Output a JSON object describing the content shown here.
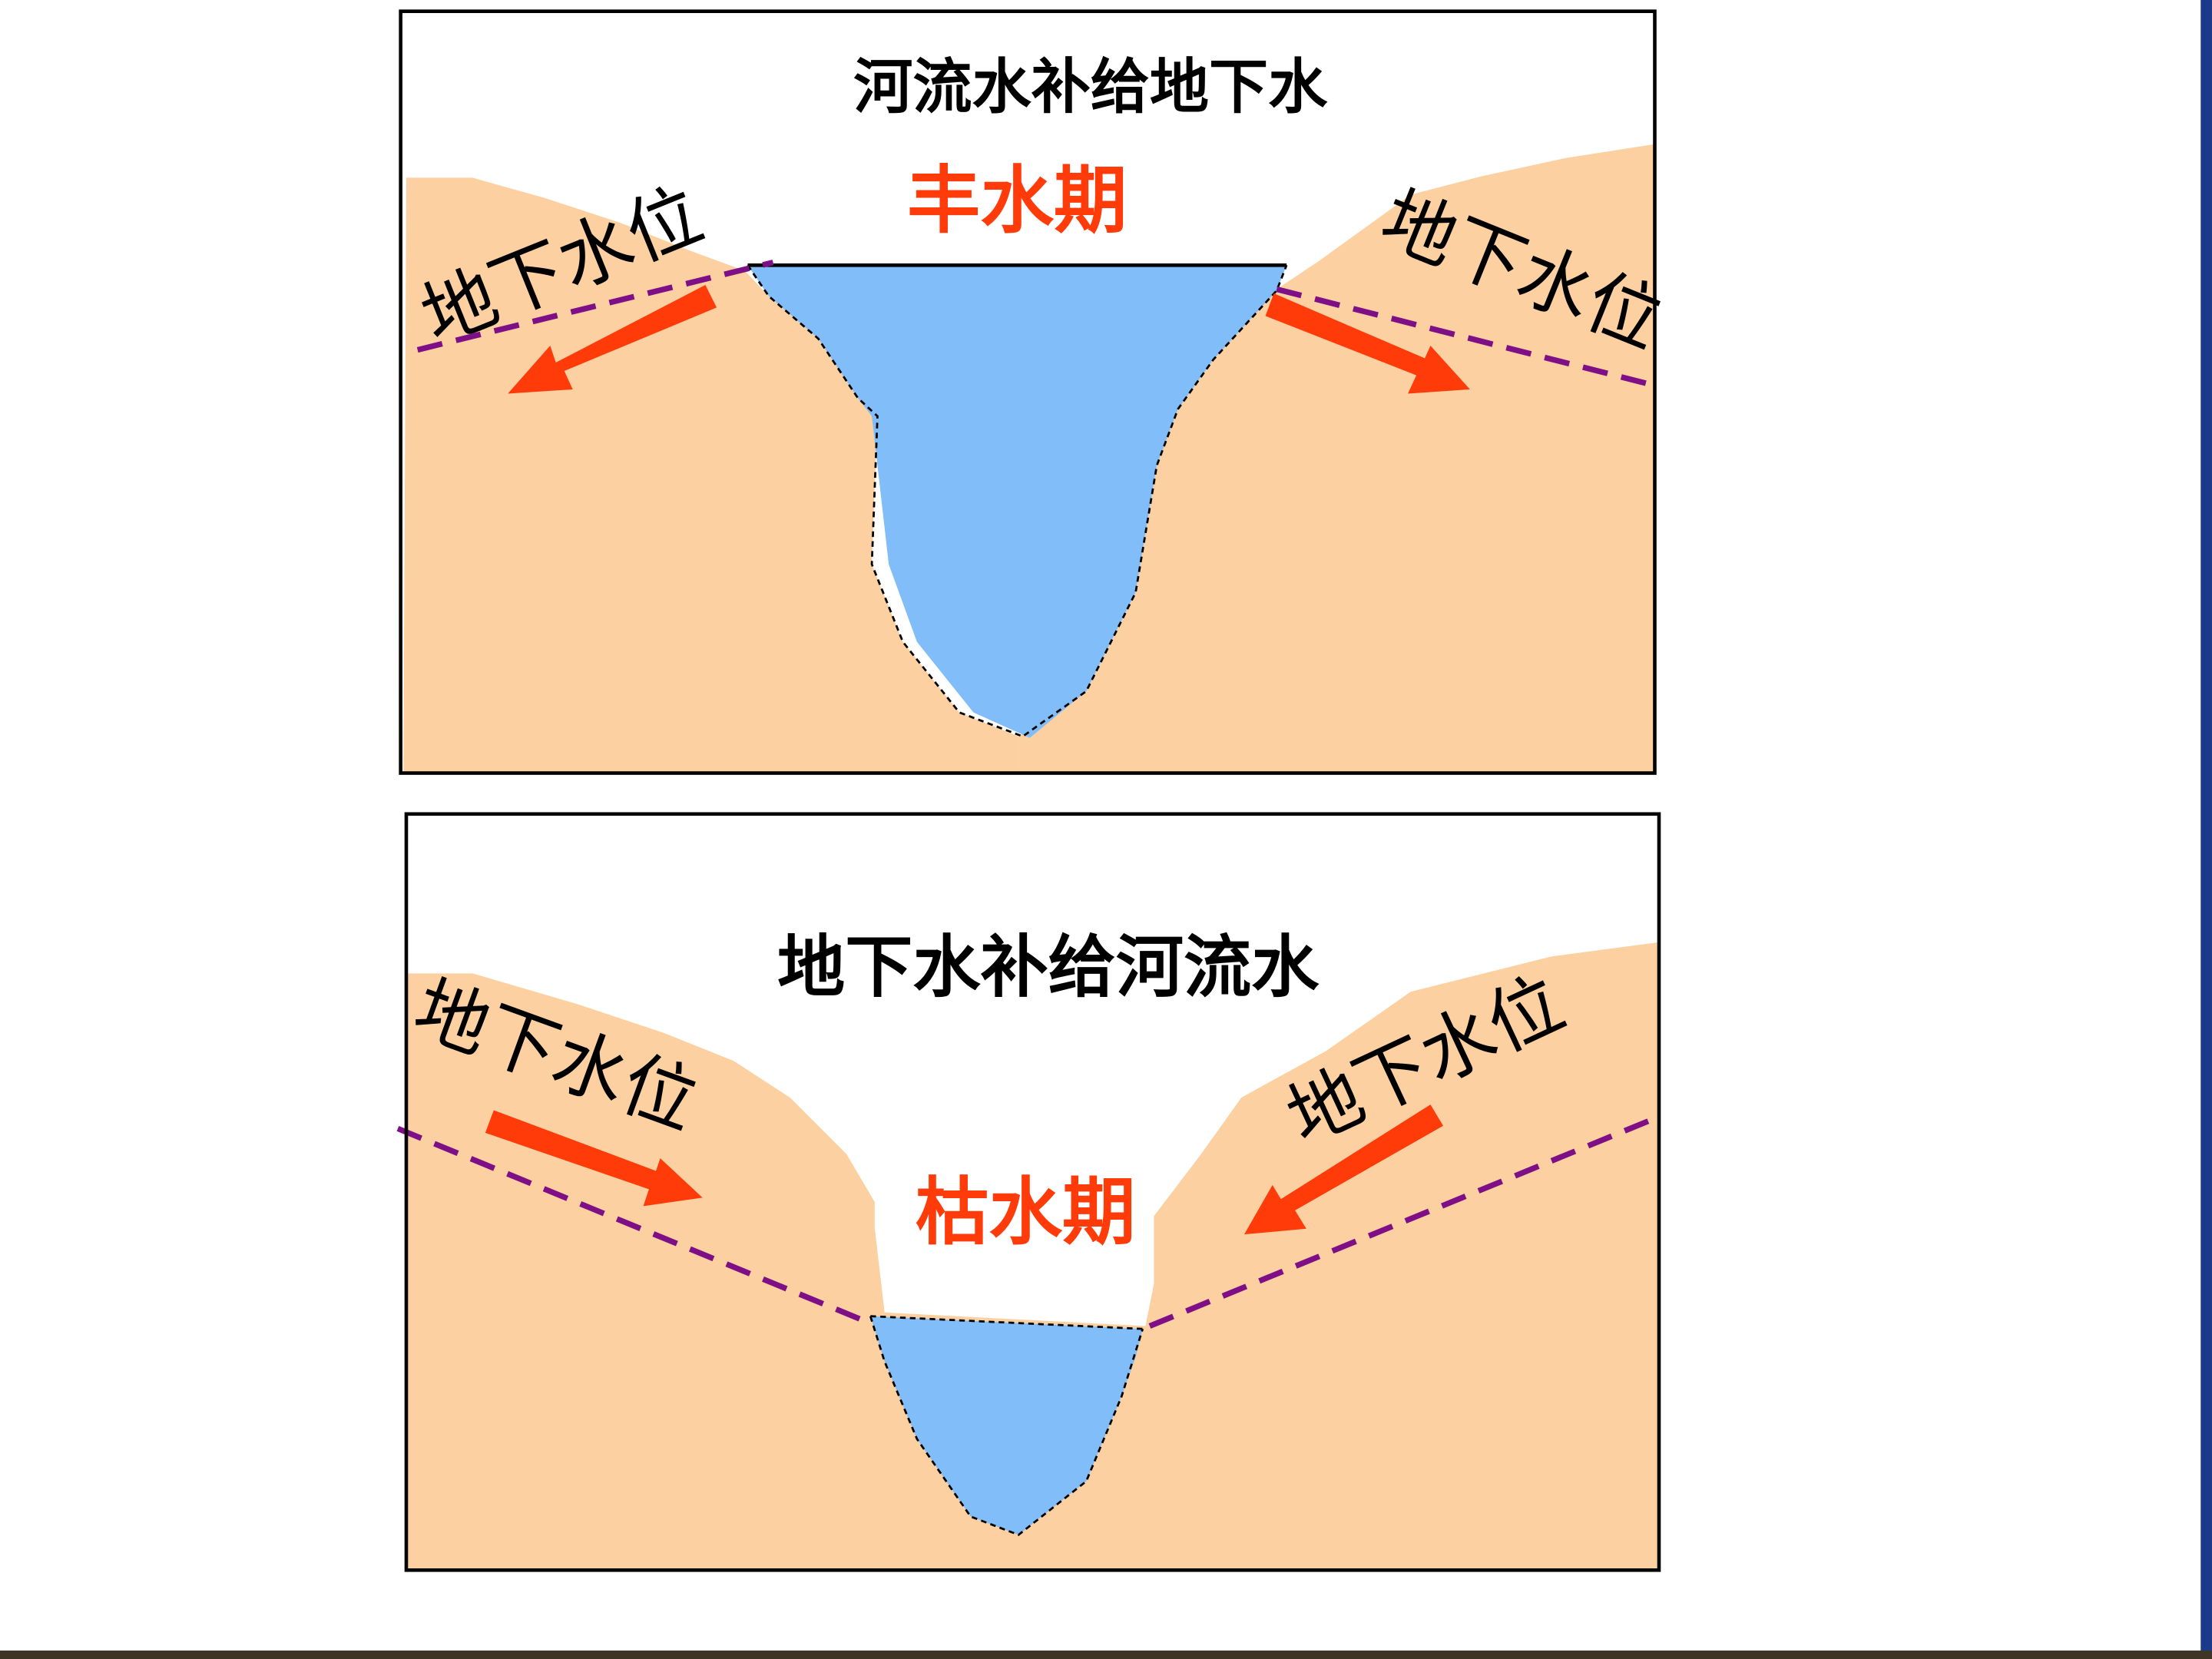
{
  "colors": {
    "soil": "#FCD0A0",
    "water": "#80BDF9",
    "water_edge": "#7A9CC8",
    "arrow": "#FF3B0A",
    "water_table_line": "#7E0F86",
    "frame": "#000000",
    "right_edge_accent": "#1A3A8C",
    "bottom_bar": "#3E3526"
  },
  "icons": {
    "flow_arrow": "arrow-icon"
  },
  "panels": [
    {
      "title": "河流水补给地下水",
      "season": "丰水期",
      "left_label": "地下水位",
      "right_label": "地下水位"
    },
    {
      "title": "地下水补给河流水",
      "season": "枯水期",
      "left_label": "地下水位",
      "right_label": "地下水位"
    }
  ]
}
